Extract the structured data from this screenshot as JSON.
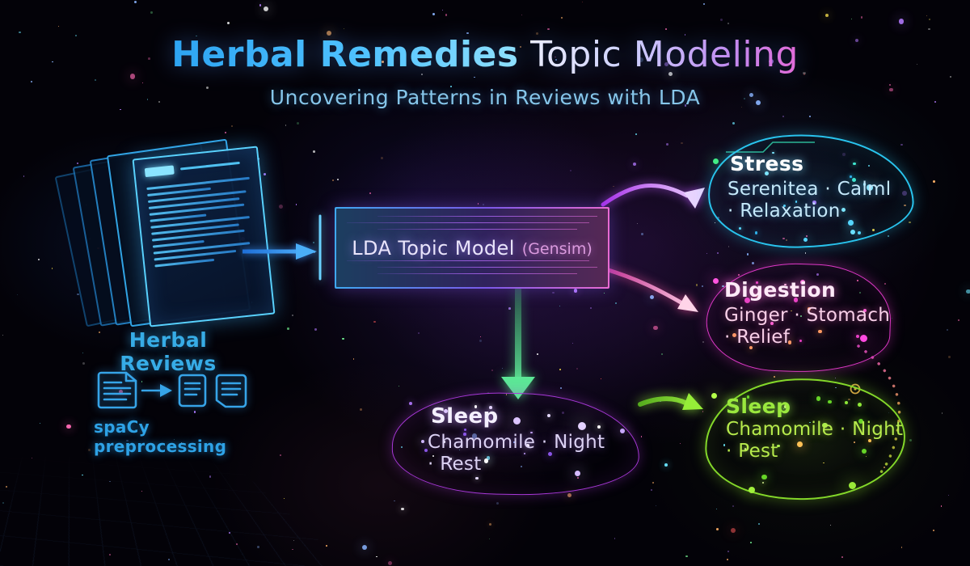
{
  "header": {
    "title_part1": "Herbal Remedies",
    "title_part2": " Topic Modeling",
    "subtitle": "Uncovering Patterns in Reviews with LDA"
  },
  "source": {
    "label": "Herbal Reviews",
    "preprocessing_label": "spaCy preprocessing",
    "icon_names": [
      "document-icon",
      "arrow-right-icon",
      "document-icon",
      "document-icon"
    ]
  },
  "model": {
    "name": "LDA Topic Model",
    "engine": "(Gensim)"
  },
  "clusters": [
    {
      "title": "Stress",
      "keywords_line1": "Serenitea · Calml",
      "keywords_line2": "· Relaxation",
      "accent": "#29c4ee"
    },
    {
      "title": "Digestion",
      "keywords_line1": "Ginger · Stomach",
      "keywords_line2": "· Relief",
      "accent": "#e038c8"
    },
    {
      "title": "Sleep",
      "keywords_line1": "Chamomile · Night",
      "keywords_line2": "· Pest",
      "accent": "#84d82a"
    },
    {
      "title": "Sleep",
      "keywords_line1": "Chamomile · Night",
      "keywords_line2": "· Rest",
      "accent": "#a838d8"
    }
  ],
  "colors": {
    "title_blue": "#4fc2ff",
    "title_pink": "#e26ad8",
    "subtitle_blue": "#86c6ea",
    "source_blue": "#37ace6",
    "arrow_purple": "#c05af0",
    "arrow_pink": "#f05aa0",
    "arrow_green": "#52e88a",
    "arrow_lime": "#96ee38",
    "background": "#030208"
  }
}
